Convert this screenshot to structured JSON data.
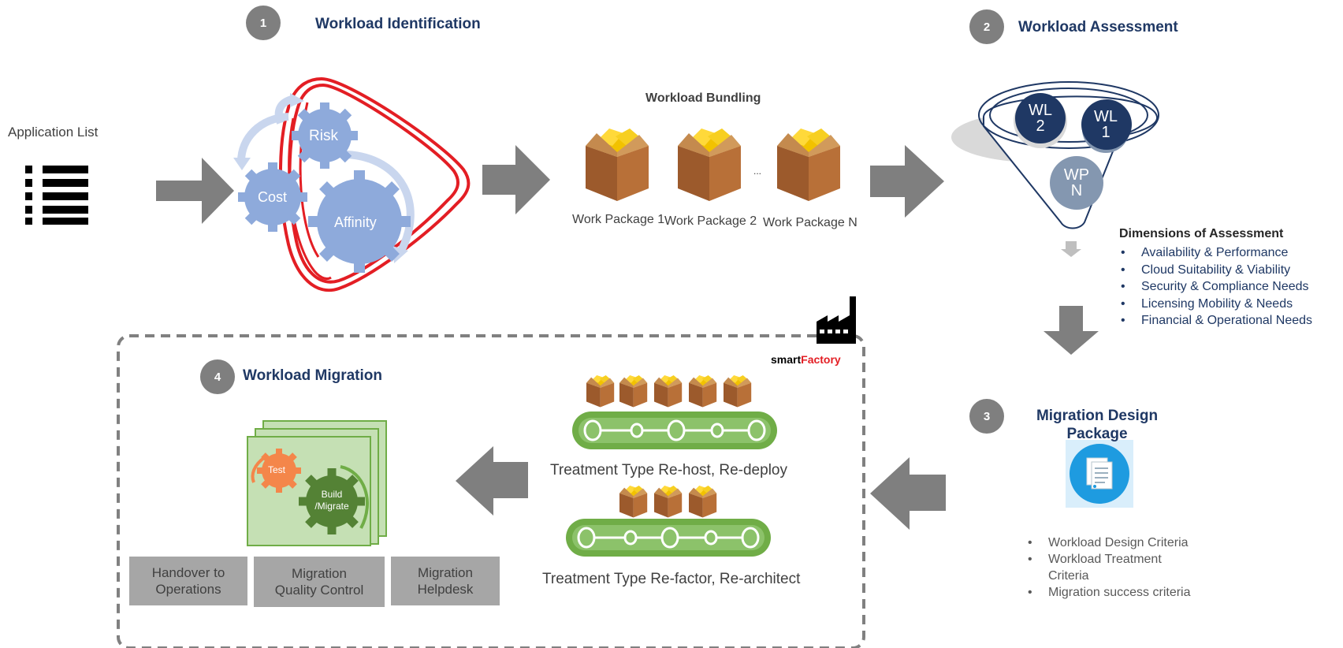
{
  "steps": {
    "s1": {
      "number": "1",
      "title": "Workload Identification"
    },
    "s2": {
      "number": "2",
      "title": "Workload  Assessment"
    },
    "s3": {
      "number": "3",
      "title": "Migration Design Package"
    },
    "s4": {
      "number": "4",
      "title": "Workload  Migration"
    }
  },
  "identification": {
    "app_list_label": "Application List",
    "gears": {
      "risk": "Risk",
      "cost": "Cost",
      "affinity": "Affinity"
    }
  },
  "bundling": {
    "title": "Workload Bundling",
    "ellipsis": "...",
    "packages": [
      "Work Package 1",
      "Work Package 2",
      "Work Package N"
    ]
  },
  "assessment": {
    "funnel": {
      "wl2": [
        "WL",
        "2"
      ],
      "wl1": [
        "WL",
        "1"
      ],
      "wpn": [
        "WP",
        "N"
      ]
    },
    "dimensions_title": "Dimensions of Assessment",
    "dimensions": [
      "Availability & Performance",
      "Cloud Suitability & Viability",
      "Security & Compliance Needs",
      "Licensing Mobility & Needs",
      "Financial & Operational Needs"
    ]
  },
  "design_package": {
    "criteria": [
      "Workload Design Criteria",
      "Workload Treatment Criteria",
      "Migration success criteria"
    ]
  },
  "factory": {
    "brand_black": "smart",
    "brand_red": "Factory",
    "brand_red_color": "#e31e24"
  },
  "treatments": {
    "rehost": "Treatment Type Re-host, Re-deploy",
    "refactor": "Treatment Type Re-factor, Re-architect"
  },
  "migration": {
    "test_gear": "Test",
    "build_gear": [
      "Build",
      "/Migrate"
    ],
    "boxes": [
      {
        "line1": "Handover to",
        "line2": "Operations"
      },
      {
        "line1": "Migration",
        "line2": "Quality Control"
      },
      {
        "line1": "Migration",
        "line2": "Helpdesk"
      }
    ]
  },
  "colors": {
    "title_navy": "#1f3864",
    "arrow_gray": "#7f7f7f",
    "gear_blue": "#8eaadb",
    "loop_red": "#e31e24",
    "conveyor_green": "#70ad47"
  }
}
